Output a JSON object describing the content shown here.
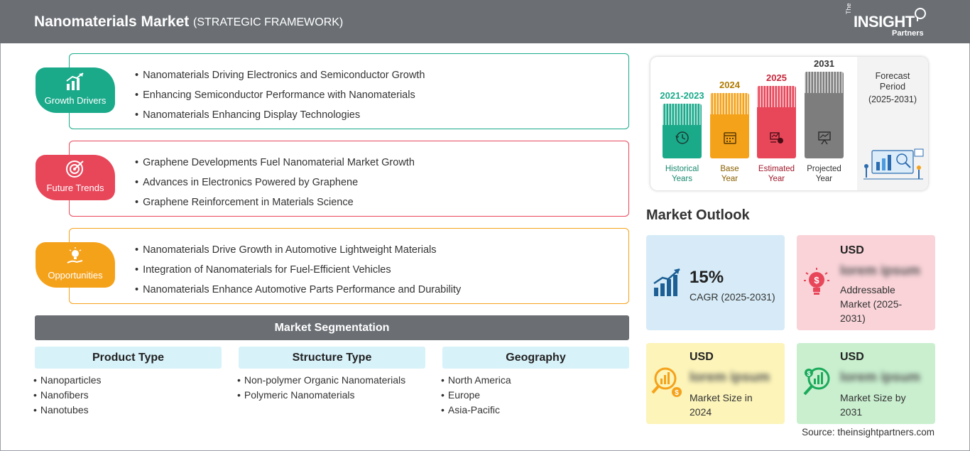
{
  "header": {
    "title": "Nanomaterials Market",
    "subtitle": "(STRATEGIC FRAMEWORK)",
    "logo": {
      "the": "The",
      "brand": "INSIGHT",
      "partners": "Partners"
    }
  },
  "sections": [
    {
      "badge": "Growth Drivers",
      "icon": "bar-growth-icon",
      "color": "#1aaa8a",
      "items": [
        "Nanomaterials Driving Electronics and Semiconductor Growth",
        "Enhancing Semiconductor Performance with Nanomaterials",
        "Nanomaterials Enhancing Display Technologies"
      ]
    },
    {
      "badge": "Future Trends",
      "icon": "target-icon",
      "color": "#e8475a",
      "items": [
        "Graphene Developments Fuel Nanomaterial Market Growth",
        "Advances in Electronics Powered by Graphene",
        "Graphene Reinforcement in Materials Science"
      ]
    },
    {
      "badge": "Opportunities",
      "icon": "lightbulb-hand-icon",
      "color": "#f5a21b",
      "items": [
        "Nanomaterials Drive Growth in Automotive Lightweight Materials",
        "Integration of Nanomaterials for Fuel-Efficient Vehicles",
        "Nanomaterials Enhance Automotive Parts Performance and Durability"
      ]
    }
  ],
  "segmentation": {
    "title": "Market Segmentation",
    "columns": [
      {
        "head": "Product Type",
        "items": [
          "Nanoparticles",
          "Nanofibers",
          "Nanotubes"
        ]
      },
      {
        "head": "Structure Type",
        "items": [
          "Non-polymer Organic Nanomaterials",
          "Polymeric Nanomaterials"
        ]
      },
      {
        "head": "Geography",
        "items": [
          "North America",
          "Europe",
          "Asia-Pacific"
        ]
      }
    ]
  },
  "timeline": {
    "bars": [
      {
        "year": "2021-2023",
        "caption_1": "Historical",
        "caption_2": "Years",
        "color": "#1aaa8a",
        "icon": "history-clock-icon"
      },
      {
        "year": "2024",
        "caption_1": "Base",
        "caption_2": "Year",
        "color": "#f5a21b",
        "icon": "calendar-icon"
      },
      {
        "year": "2025",
        "caption_1": "Estimated",
        "caption_2": "Year",
        "color": "#e8475a",
        "icon": "estimate-chart-icon"
      },
      {
        "year": "2031",
        "caption_1": "Projected",
        "caption_2": "Year",
        "color": "#7d7d7d",
        "icon": "presentation-icon"
      }
    ],
    "forecast": {
      "line1": "Forecast",
      "line2": "Period",
      "line3": "(2025-2031)"
    }
  },
  "outlook": {
    "title": "Market Outlook",
    "cagr": {
      "value": "15%",
      "label": "CAGR (2025-2031)",
      "color": "#d6ebf7"
    },
    "addressable": {
      "usd": "USD",
      "blurred": "lorem ipsum",
      "label_1": "Addressable",
      "label_2": "Market (2025-",
      "label_3": "2031)",
      "color": "#f9d3d8"
    },
    "size2024": {
      "usd": "USD",
      "blurred": "lorem ipsum",
      "label_1": "Market Size in",
      "label_2": "2024",
      "color": "#fcf4b9"
    },
    "size2031": {
      "usd": "USD",
      "blurred": "lorem ipsum",
      "label_1": "Market Size by",
      "label_2": "2031",
      "color": "#c9efcf"
    }
  },
  "source": "Source: theinsightpartners.com"
}
